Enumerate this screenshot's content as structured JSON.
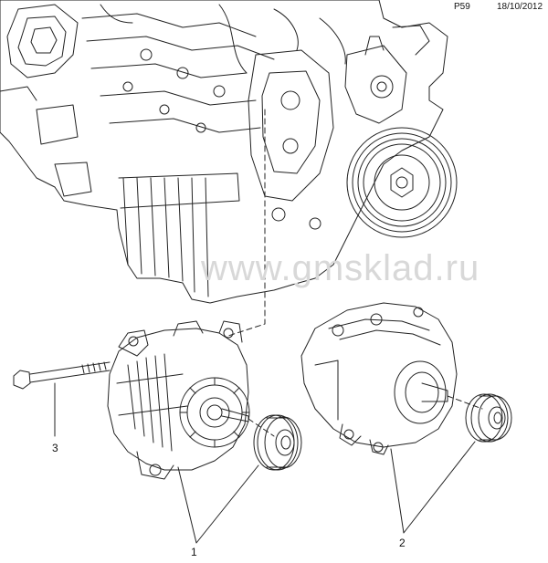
{
  "header": {
    "page_code": "P59",
    "date": "18/10/2012"
  },
  "watermark": "www.gmsklad.ru",
  "callouts": [
    {
      "id": "1",
      "label": "1"
    },
    {
      "id": "2",
      "label": "2"
    },
    {
      "id": "3",
      "label": "3"
    }
  ],
  "parts": {
    "engine": "engine-block",
    "alternator_1": "alternator-small-housing",
    "alternator_2": "alternator-large-housing",
    "pulley_1": "alternator-pulley",
    "pulley_2": "alternator-pulley",
    "bolt": "mounting-bolt"
  }
}
